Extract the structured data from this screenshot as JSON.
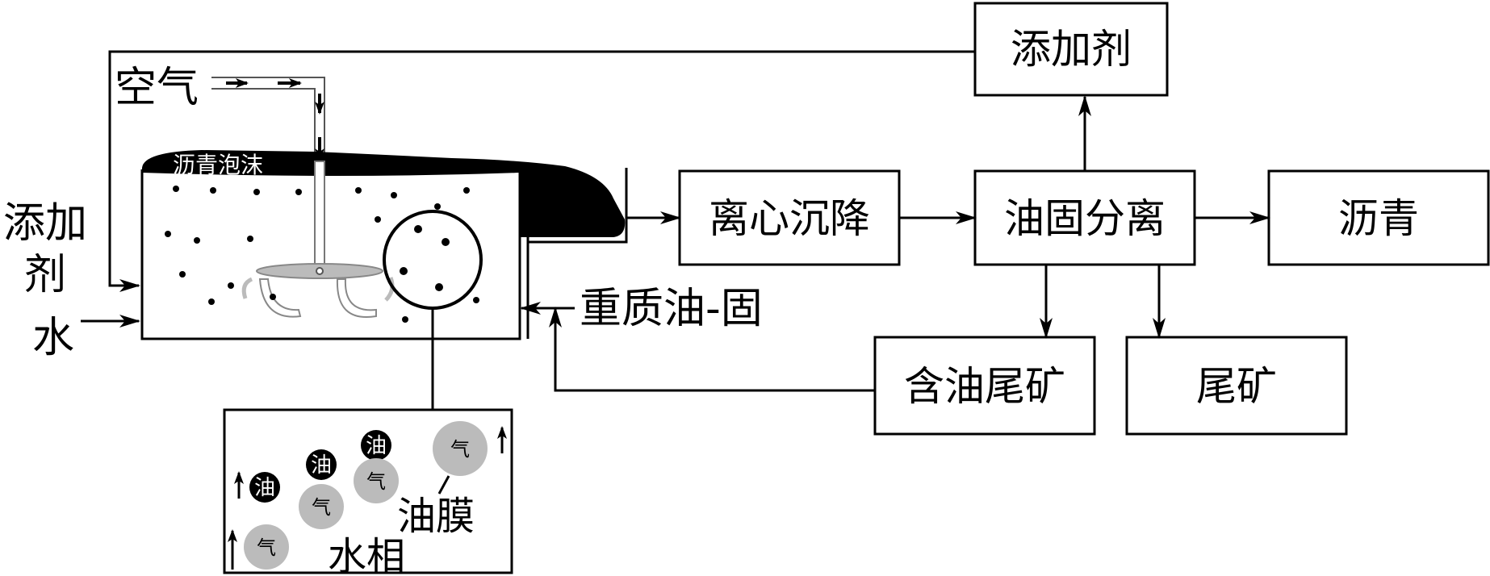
{
  "labels": {
    "additive_top": "添加剂",
    "air": "空气",
    "additive_left_line1": "添加",
    "additive_left_line2": "剂",
    "water": "水",
    "bitumen_froth": "沥青泡沫",
    "centrifuge": "离心沉降",
    "oil_solid_separation": "油固分离",
    "bitumen": "沥青",
    "heavy_oil_solid": "重质油-固",
    "oily_tailings": "含油尾矿",
    "tailings": "尾矿",
    "oil_film": "油膜",
    "water_phase": "水相",
    "oil": "油",
    "gas": "气"
  }
}
